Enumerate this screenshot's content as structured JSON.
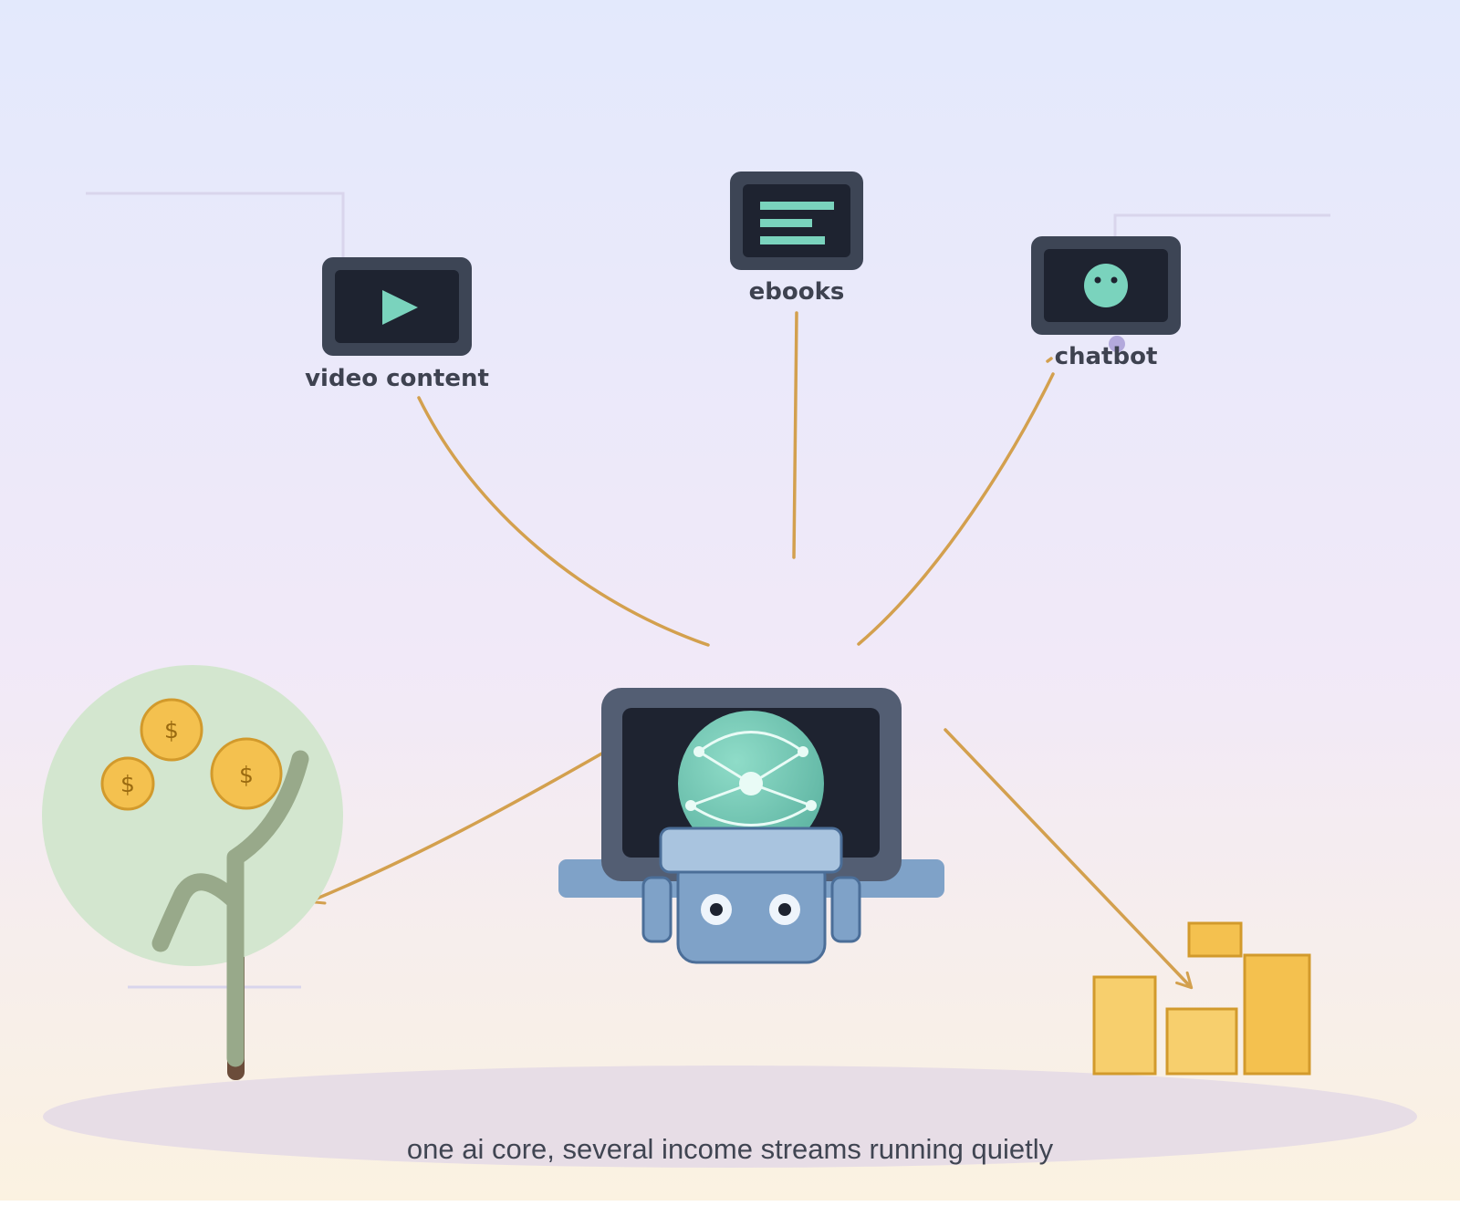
{
  "labels": {
    "video": "video content",
    "ebooks": "ebooks",
    "chatbot": "chatbot"
  },
  "caption": "one ai core, several income streams running quietly",
  "coins": [
    "$",
    "$",
    "$"
  ],
  "icons": {
    "video": "play-icon",
    "ebooks": "text-lines-icon",
    "chatbot": "face-icon",
    "core": "ai-robot-icon",
    "tree": "money-tree-icon",
    "blocks": "stacked-blocks-icon"
  },
  "colors": {
    "background_top": "#e3e9fc",
    "background_mid": "#f1e9f8",
    "background_bottom": "#fbf2e1",
    "accent_line": "#d3a04e",
    "device_frame": "#3d4555",
    "device_screen": "#1e2330",
    "teal": "#7ad3bd",
    "robot_blue": "#7fa2c8",
    "gold": "#f4c14f",
    "leaf_green": "#d3e6cf",
    "trunk": "#6b4c3a"
  }
}
